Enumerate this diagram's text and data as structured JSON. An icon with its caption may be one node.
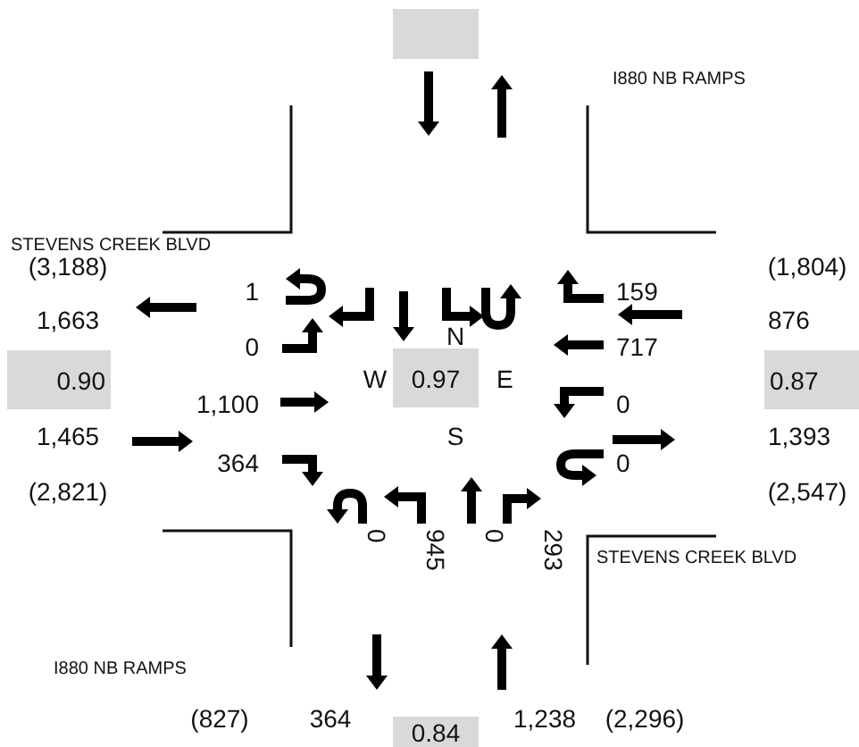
{
  "diagram": {
    "nodes": [
      {
        "text": [],
        "shape": "box"
      },
      {
        "text": [
          "0.90"
        ]
      },
      {
        "text": [
          "0.97"
        ]
      },
      {
        "text": [
          "0.87"
        ]
      },
      {
        "text": [
          "0.84"
        ]
      }
    ],
    "labels": [
      "I880 NB RAMPS",
      "STEVENS CREEK BLVD",
      "(3,188)",
      "(1,804)",
      "1",
      "159",
      "1,663",
      "876",
      "0",
      "N",
      "717",
      "W",
      "E",
      "1,100",
      "0",
      "1,465",
      "S",
      "1,393",
      "364",
      "0",
      "(2,821)",
      "(2,547)",
      "0",
      "945",
      "0",
      "293",
      "STEVENS CREEK BLVD",
      "I880 NB RAMPS",
      "(827)",
      "364",
      "1,238",
      "(2,296)"
    ]
  }
}
